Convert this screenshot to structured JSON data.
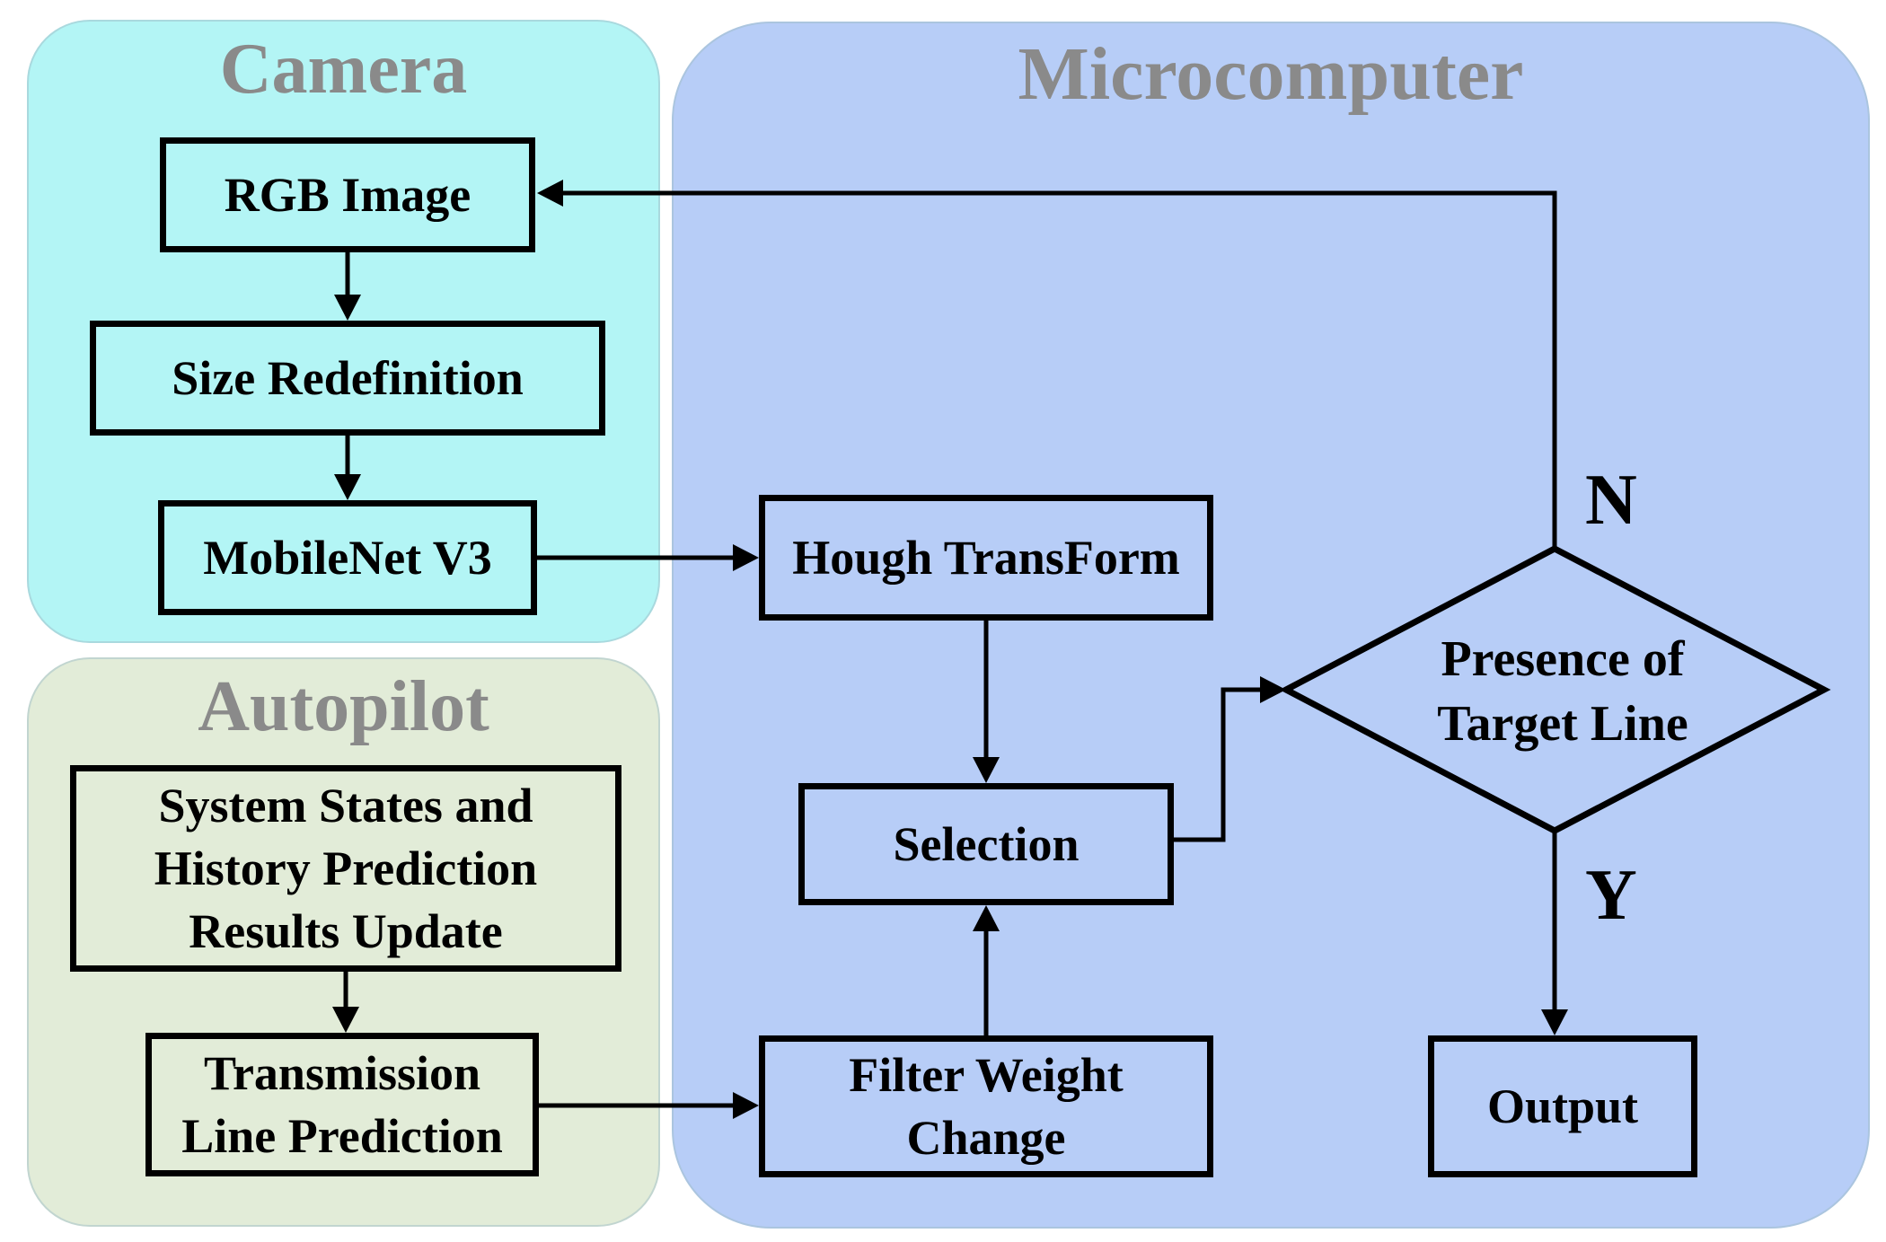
{
  "regions": {
    "camera": "Camera",
    "autopilot": "Autopilot",
    "microcomputer": "Microcomputer"
  },
  "nodes": {
    "rgb_image": "RGB Image",
    "size_redefinition": "Size Redefinition",
    "mobilenet": "MobileNet V3",
    "system_states": "System States and\nHistory Prediction\nResults Update",
    "transmission": "Transmission\nLine Prediction",
    "hough": "Hough TransForm",
    "selection": "Selection",
    "filter_weight": "Filter Weight\nChange",
    "decision": "Presence of\nTarget Line",
    "output": "Output"
  },
  "edge_labels": {
    "no": "N",
    "yes": "Y"
  },
  "colors": {
    "camera_bg": "#b3f5f5",
    "autopilot_bg": "#e2ecd8",
    "microcomputer_bg": "#b7cdf7",
    "region_title": "#8a8a8a",
    "stroke": "#000000"
  }
}
